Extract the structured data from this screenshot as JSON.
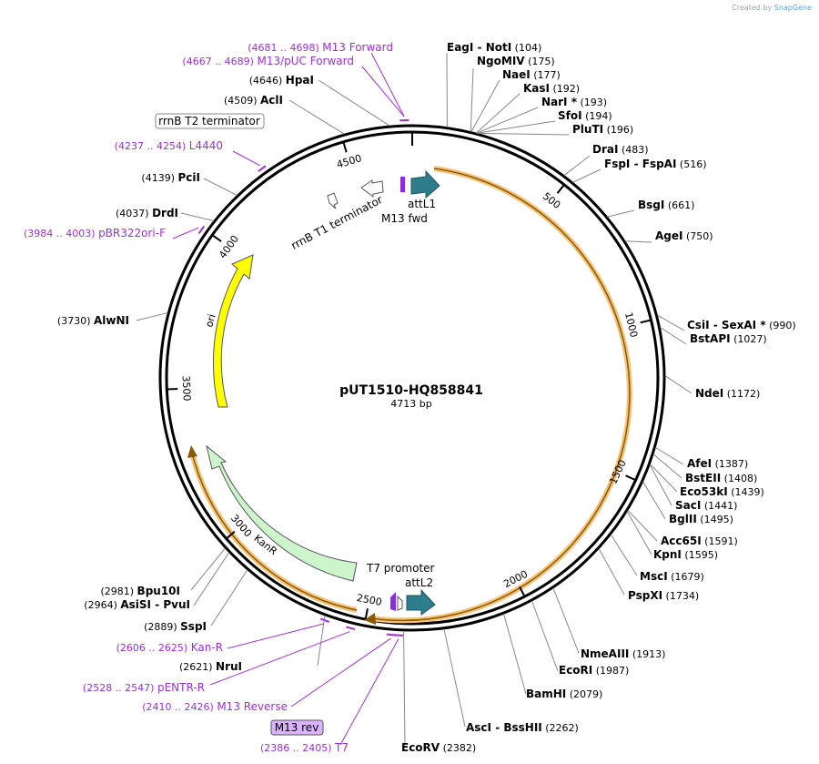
{
  "credit": {
    "prefix": "Created by",
    "brand": "SnapGene"
  },
  "plasmid": {
    "name": "pUT1510-HQ858841",
    "length_label": "4713 bp",
    "total_bp": 4713
  },
  "ticks": [
    {
      "bp": 500,
      "label": "500"
    },
    {
      "bp": 1000,
      "label": "1000"
    },
    {
      "bp": 1500,
      "label": "1500"
    },
    {
      "bp": 2000,
      "label": "2000"
    },
    {
      "bp": 2500,
      "label": "2500"
    },
    {
      "bp": 3000,
      "label": "3000"
    },
    {
      "bp": 3500,
      "label": "3500"
    },
    {
      "bp": 4000,
      "label": "4000"
    },
    {
      "bp": 4500,
      "label": "4500"
    }
  ],
  "enzymes": [
    {
      "name": "EagI",
      "extra": " - NotI",
      "pos": "(104)"
    },
    {
      "name": "NgoMIV",
      "extra": "",
      "pos": "(175)"
    },
    {
      "name": "NaeI",
      "extra": "",
      "pos": "(177)"
    },
    {
      "name": "KasI",
      "extra": "",
      "pos": "(192)"
    },
    {
      "name": "NarI *",
      "extra": "",
      "pos": "(193)"
    },
    {
      "name": "SfoI",
      "extra": "",
      "pos": "(194)"
    },
    {
      "name": "PluTI",
      "extra": "",
      "pos": "(196)"
    },
    {
      "name": "DraI",
      "extra": "",
      "pos": "(483)"
    },
    {
      "name": "FspI",
      "extra": " - FspAI",
      "pos": "(516)"
    },
    {
      "name": "BsgI",
      "extra": "",
      "pos": "(661)"
    },
    {
      "name": "AgeI",
      "extra": "",
      "pos": "(750)"
    },
    {
      "name": "CsiI",
      "extra": " - SexAI *",
      "pos": "(990)"
    },
    {
      "name": "BstAPI",
      "extra": "",
      "pos": "(1027)"
    },
    {
      "name": "NdeI",
      "extra": "",
      "pos": "(1172)"
    },
    {
      "name": "AfeI",
      "extra": "",
      "pos": "(1387)"
    },
    {
      "name": "BstEII",
      "extra": "",
      "pos": "(1408)"
    },
    {
      "name": "Eco53kI",
      "extra": "",
      "pos": "(1439)"
    },
    {
      "name": "SacI",
      "extra": "",
      "pos": "(1441)"
    },
    {
      "name": "BglII",
      "extra": "",
      "pos": "(1495)"
    },
    {
      "name": "Acc65I",
      "extra": "",
      "pos": "(1591)"
    },
    {
      "name": "KpnI",
      "extra": "",
      "pos": "(1595)"
    },
    {
      "name": "MscI",
      "extra": "",
      "pos": "(1679)"
    },
    {
      "name": "PspXI",
      "extra": "",
      "pos": "(1734)"
    },
    {
      "name": "NmeAIII",
      "extra": "",
      "pos": "(1913)"
    },
    {
      "name": "EcoRI",
      "extra": "",
      "pos": "(1987)"
    },
    {
      "name": "BamHI",
      "extra": "",
      "pos": "(2079)"
    },
    {
      "name": "AscI",
      "extra": " - BssHII",
      "pos": "(2262)"
    },
    {
      "name": "EcoRV",
      "extra": "",
      "pos": "(2382)"
    },
    {
      "name": "NruI",
      "extra": "",
      "pos": "(2621)"
    },
    {
      "name": "SspI",
      "extra": "",
      "pos": "(2889)"
    },
    {
      "name": "AsiSI",
      "extra": " - PvuI",
      "pos": "(2964)"
    },
    {
      "name": "Bpu10I",
      "extra": "",
      "pos": "(2981)"
    },
    {
      "name": "AlwNI",
      "extra": "",
      "pos": "(3730)"
    },
    {
      "name": "DrdI",
      "extra": "",
      "pos": "(4037)"
    },
    {
      "name": "PciI",
      "extra": "",
      "pos": "(4139)"
    },
    {
      "name": "AclI",
      "extra": "",
      "pos": "(4509)"
    },
    {
      "name": "HpaI",
      "extra": "",
      "pos": "(4646)"
    }
  ],
  "primers": [
    {
      "range": "(4681 .. 4698)",
      "name": "M13 Forward"
    },
    {
      "range": "(4667 .. 4689)",
      "name": "M13/pUC Forward"
    },
    {
      "range": "(4237 .. 4254)",
      "name": "L4440"
    },
    {
      "range": "(3984 .. 4003)",
      "name": "pBR322ori-F"
    },
    {
      "range": "(2606 .. 2625)",
      "name": "Kan-R"
    },
    {
      "range": "(2528 .. 2547)",
      "name": "pENTR-R"
    },
    {
      "range": "(2410 .. 2426)",
      "name": "M13 Reverse"
    },
    {
      "range": "(2386 .. 2405)",
      "name": "T7"
    }
  ],
  "features": [
    {
      "name": "attL1",
      "color": "#2e7d8c"
    },
    {
      "name": "M13 fwd",
      "color": "#8a2be2"
    },
    {
      "name": "rrnB T1 terminator",
      "color": "#ffffff"
    },
    {
      "name": "rrnB T2 terminator",
      "color": "#ffffff"
    },
    {
      "name": "ori",
      "color": "#ffff00"
    },
    {
      "name": "KanR",
      "color": "#ccf5cc"
    },
    {
      "name": "T7 promoter",
      "color": "#ffffff"
    },
    {
      "name": "attL2",
      "color": "#2e7d8c"
    },
    {
      "name": "M13 rev",
      "color": "#d9b3ff"
    }
  ],
  "colors": {
    "primer": "#9b30d9",
    "orf": "#f4c27a",
    "backbone": "#000000"
  }
}
